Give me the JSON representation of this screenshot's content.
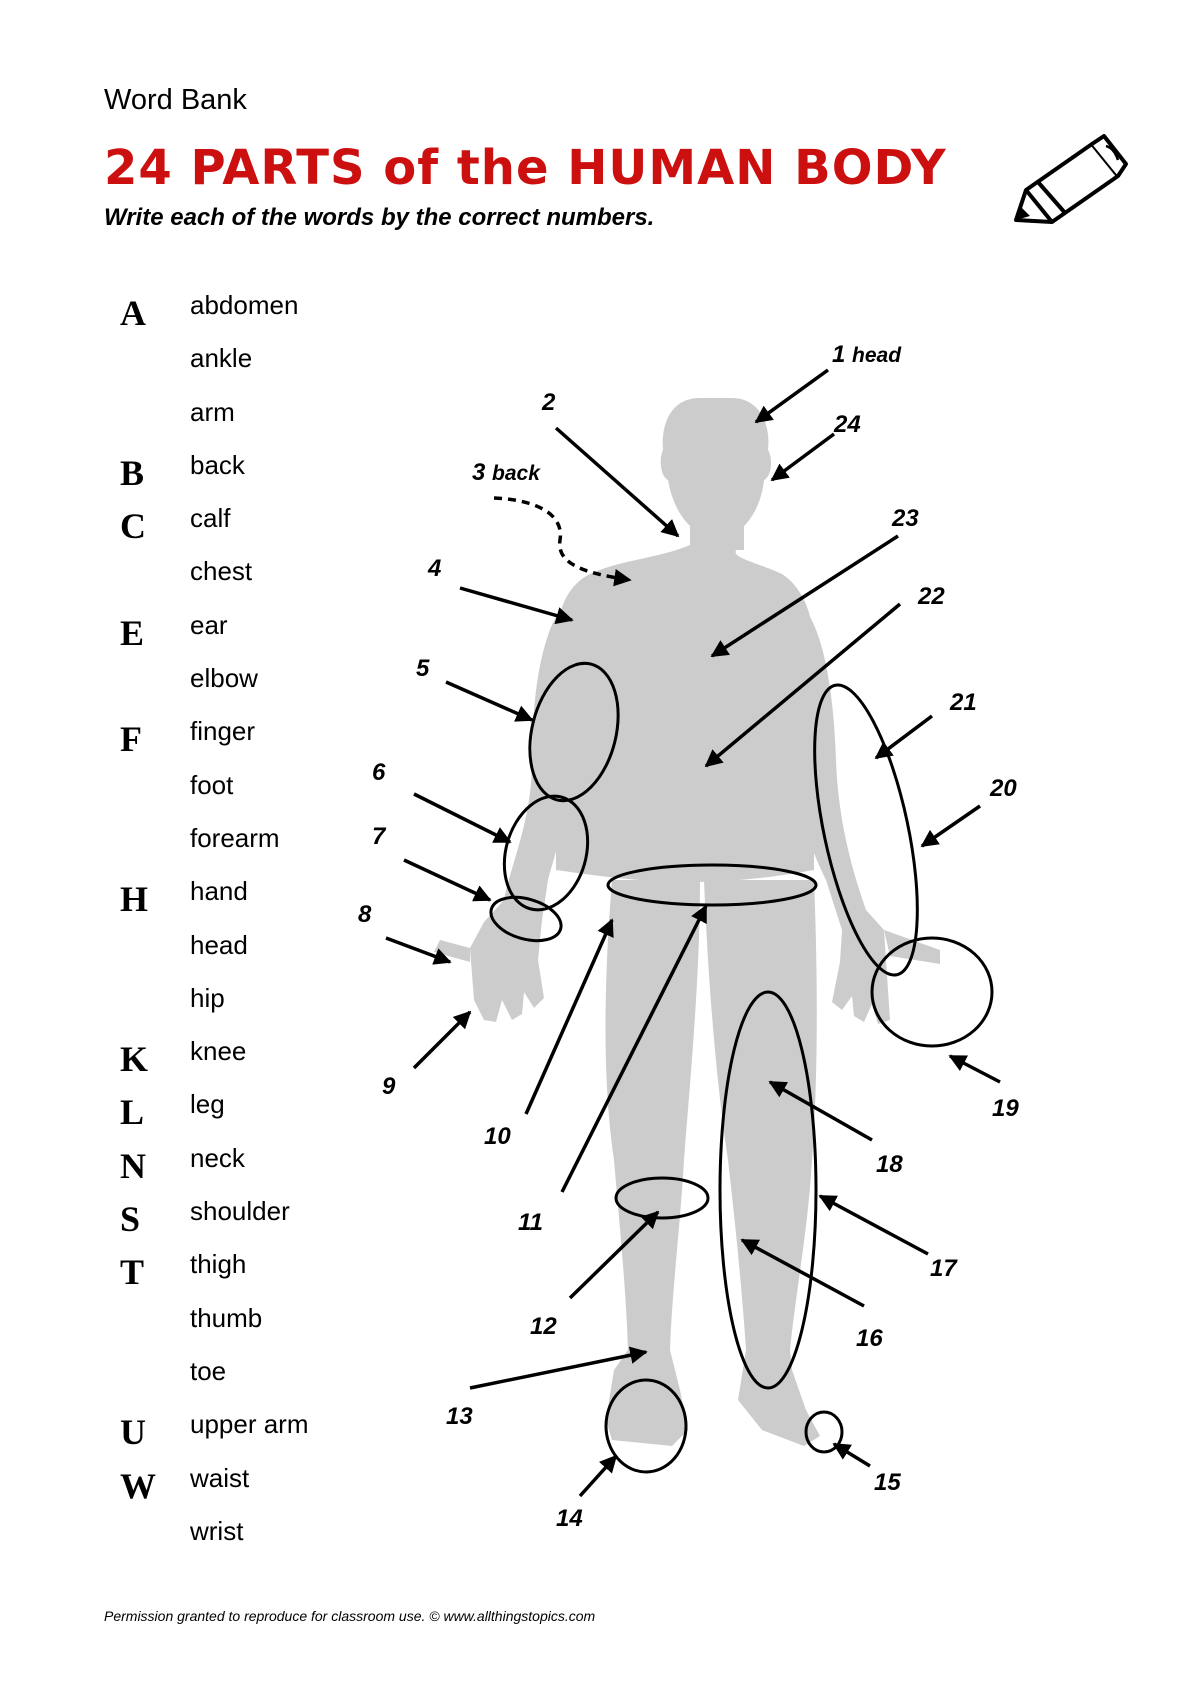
{
  "header": {
    "kicker": "Word Bank",
    "title": "24 PARTS of the HUMAN BODY",
    "subtitle": "Write each of the words by the correct numbers."
  },
  "word_bank": [
    {
      "letter": "A",
      "word": "abdomen"
    },
    {
      "letter": "",
      "word": "ankle"
    },
    {
      "letter": "",
      "word": "arm"
    },
    {
      "letter": "B",
      "word": "back"
    },
    {
      "letter": "C",
      "word": "calf"
    },
    {
      "letter": "",
      "word": "chest"
    },
    {
      "letter": "E",
      "word": "ear"
    },
    {
      "letter": "",
      "word": "elbow"
    },
    {
      "letter": "F",
      "word": "finger"
    },
    {
      "letter": "",
      "word": "foot"
    },
    {
      "letter": "",
      "word": "forearm"
    },
    {
      "letter": "H",
      "word": "hand"
    },
    {
      "letter": "",
      "word": "head"
    },
    {
      "letter": "",
      "word": "hip"
    },
    {
      "letter": "K",
      "word": "knee"
    },
    {
      "letter": "L",
      "word": "leg"
    },
    {
      "letter": "N",
      "word": "neck"
    },
    {
      "letter": "S",
      "word": "shoulder"
    },
    {
      "letter": "T",
      "word": "thigh"
    },
    {
      "letter": "",
      "word": "thumb"
    },
    {
      "letter": "",
      "word": "toe"
    },
    {
      "letter": "U",
      "word": "upper arm"
    },
    {
      "letter": "W",
      "word": "waist"
    },
    {
      "letter": "",
      "word": "wrist"
    }
  ],
  "diagram_labels": {
    "l1": "1",
    "l1_word": "head",
    "l2": "2",
    "l3": "3",
    "l3_word": "back",
    "l4": "4",
    "l5": "5",
    "l6": "6",
    "l7": "7",
    "l8": "8",
    "l9": "9",
    "l10": "10",
    "l11": "11",
    "l12": "12",
    "l13": "13",
    "l14": "14",
    "l15": "15",
    "l16": "16",
    "l17": "17",
    "l18": "18",
    "l19": "19",
    "l20": "20",
    "l21": "21",
    "l22": "22",
    "l23": "23",
    "l24": "24"
  },
  "colors": {
    "title": "#cc1010",
    "body": "#cccccc"
  },
  "icons": {
    "pencil": "pencil-icon"
  },
  "footer": "Permission granted to reproduce for classroom use.  © www.allthingstopics.com"
}
